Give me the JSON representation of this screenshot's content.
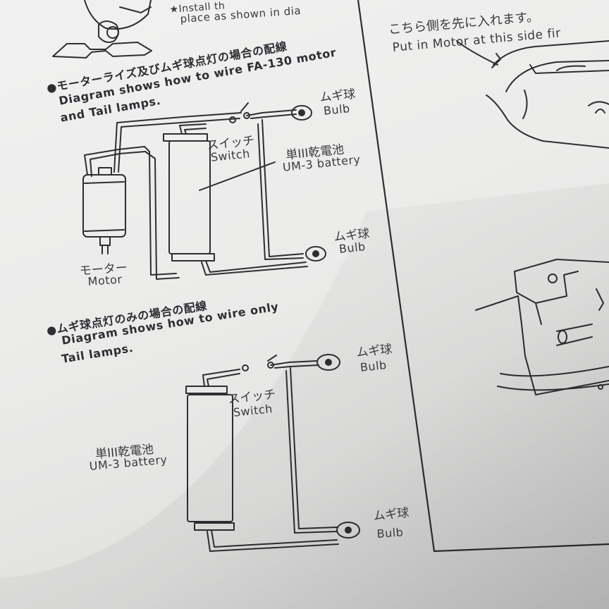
{
  "top_note": {
    "line1": "★Install th",
    "line2": "place as shown in dia"
  },
  "right_panel": {
    "jp": "こちら側を先に入れます。",
    "en": "Put in Motor at this side fir"
  },
  "section1": {
    "heading_jp": "●モーターライズ及びムギ球点灯の場合の配線",
    "heading_en1": "Diagram shows how to wire FA-130 motor",
    "heading_en2": "and Tail lamps.",
    "bulb_top_jp": "ムギ球",
    "bulb_top_en": "Bulb",
    "switch_jp": "スイッチ",
    "switch_en": "Switch",
    "battery_jp": "単III乾電池",
    "battery_en": "UM-3 battery",
    "bulb_bottom_jp": "ムギ球",
    "bulb_bottom_en": "Bulb",
    "motor_jp": "モーター",
    "motor_en": "Motor"
  },
  "section2": {
    "heading_jp": "●ムギ球点灯のみの場合の配線",
    "heading_en1": "Diagram shows how to wire only",
    "heading_en2": "Tail lamps.",
    "bulb_top_jp": "ムギ球",
    "bulb_top_en": "Bulb",
    "switch_jp": "スイッチ",
    "switch_en": "Switch",
    "battery_jp": "単III乾電池",
    "battery_en": "UM-3 battery",
    "bulb_bottom_jp": "ムギ球",
    "bulb_bottom_en": "Bulb"
  },
  "colors": {
    "paper": "#ececeb",
    "ink": "#2a2a2e",
    "shadow": "#bdbdbc"
  }
}
